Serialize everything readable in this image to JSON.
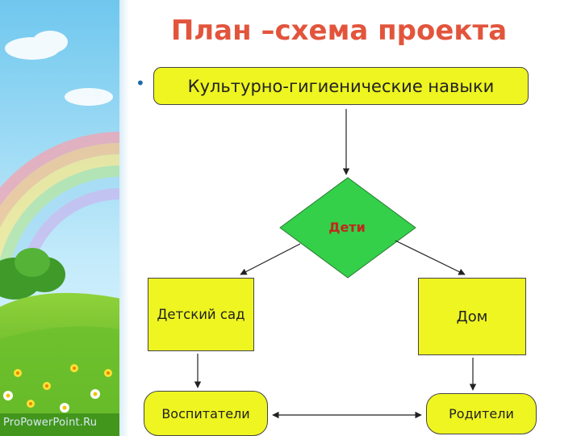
{
  "slide": {
    "title": "План –схема проекта",
    "topic": "Культурно-гигиенические навыки",
    "watermark": "ProPowerPoint.Ru"
  },
  "diagram": {
    "center": "Дети",
    "left_branch": "Детский сад",
    "right_branch": "Дом",
    "left_leaf": "Воспитатели",
    "right_leaf": "Родители"
  },
  "colors": {
    "title": "#e2553c",
    "box_fill": "#eef520",
    "diamond_fill": "#34d04a",
    "center_text": "#c0281c"
  },
  "icons": {
    "bullet": "bullet-dot-icon"
  }
}
